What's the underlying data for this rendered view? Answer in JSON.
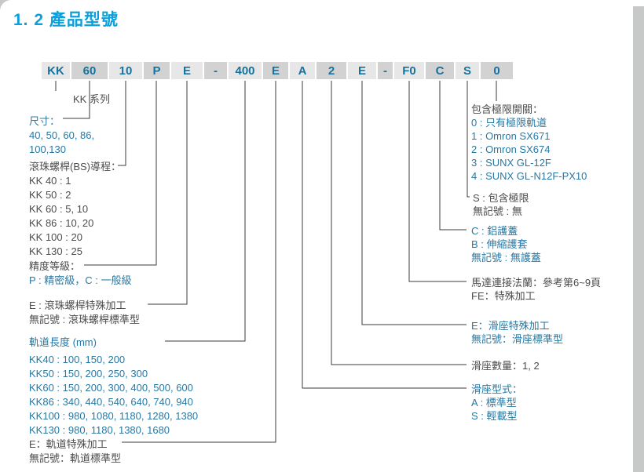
{
  "header": {
    "number": "1. 2",
    "title": "產品型號"
  },
  "colors": {
    "title_accent": "#0c9fd9",
    "model_text": "#16729e",
    "text_blue": "#2779a4",
    "text_dark": "#4c4c4e",
    "band_light": "#e7e7e7",
    "band_dark": "#d2d2d2",
    "line": "#3b3b3d"
  },
  "model": {
    "segments": [
      "KK",
      "60",
      "10",
      "P",
      "E",
      "-",
      "400",
      "E",
      "A",
      "2",
      "E",
      "-",
      "F0",
      "C",
      "S",
      "0"
    ]
  },
  "left": {
    "series": {
      "label": "KK 系列"
    },
    "size": {
      "label": "尺寸：",
      "values1": "40, 50, 60, 86,",
      "values2": "100,130"
    },
    "lead": {
      "label": "滾珠螺桿(BS)導程：",
      "items": [
        "KK 40 : 1",
        "KK 50 : 2",
        "KK 60 : 5, 10",
        "KK 86 : 10, 20",
        "KK 100 : 20",
        "KK 130 : 25"
      ]
    },
    "grade": {
      "label": "精度等級：",
      "value": "P : 精密級，C : 一般級"
    },
    "bs_special": {
      "line1": "E : 滾珠螺桿特殊加工",
      "line2": "無記號 : 滾珠螺桿標準型"
    },
    "rail_length": {
      "label": "軌道長度 (mm)",
      "items": [
        "KK40 : 100, 150, 200",
        "KK50 : 150, 200, 250, 300",
        "KK60 : 150, 200, 300,  400,  500, 600",
        "KK86 : 340, 440, 540, 640, 740, 940",
        "KK100 : 980, 1080, 1180, 1280, 1380",
        "KK130 : 980, 1180, 1380, 1680"
      ]
    },
    "rail_special": {
      "line1": "E：軌道特殊加工",
      "line2": "無記號：軌道標準型"
    }
  },
  "right": {
    "limit_switch": {
      "label": "包含極限開關：",
      "items": [
        "0 : 只有極限軌道",
        "1 : Omron SX671",
        "2 : Omron SX674",
        "3 : SUNX GL-12F",
        "4 : SUNX GL-N12F-PX10"
      ]
    },
    "limit": {
      "line1": "S : 包含極限",
      "line2": "無記號 : 無"
    },
    "cover": {
      "items": [
        "C : 鋁護蓋",
        "B : 伸縮護套",
        "無記號 : 無護蓋"
      ]
    },
    "flange": {
      "line1": "馬達連接法蘭：參考第6~9頁",
      "line2": "FE：特殊加工"
    },
    "slide_special": {
      "line1": "E：滑座特殊加工",
      "line2": "無記號：滑座標準型"
    },
    "slide_count": {
      "line1": "滑座數量：1, 2"
    },
    "slide_type": {
      "label": "滑座型式：",
      "items": [
        "A : 標準型",
        "S : 輕載型"
      ]
    }
  }
}
